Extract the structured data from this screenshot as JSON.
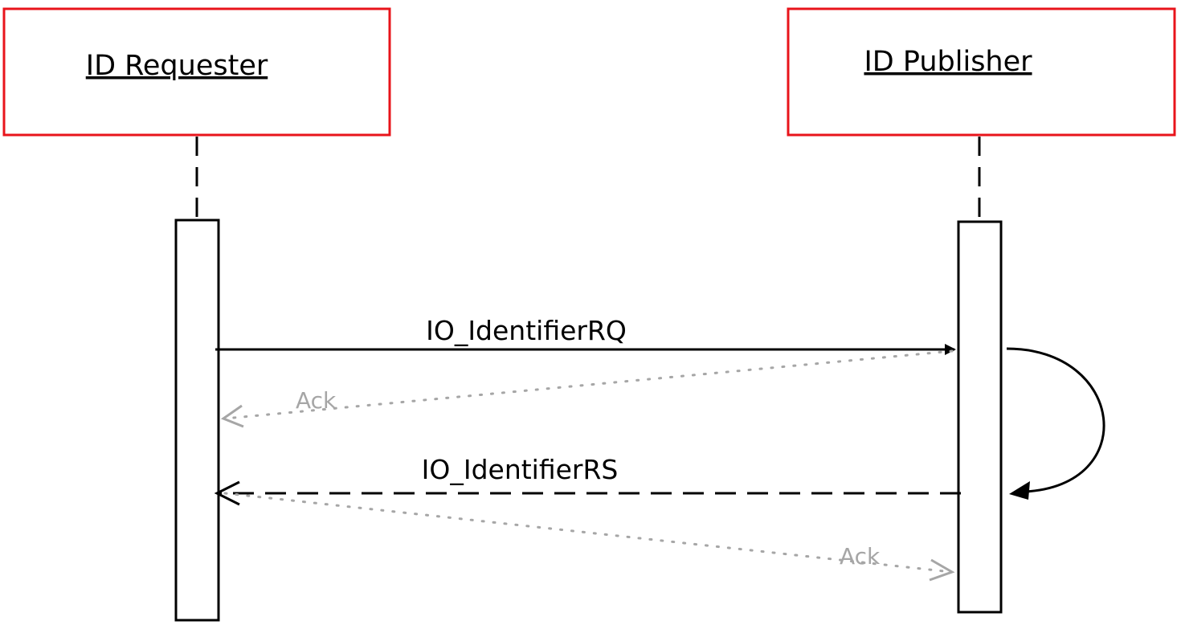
{
  "participants": [
    {
      "id": "requester",
      "title": "ID Requester"
    },
    {
      "id": "publisher",
      "title": "ID Publisher"
    }
  ],
  "messages": [
    {
      "id": "request",
      "label": "IO_IdentifierRQ",
      "from": "ID Requester",
      "to": "ID Publisher",
      "style": "solid"
    },
    {
      "id": "ack-1",
      "label": "Ack",
      "from": "ID Publisher",
      "to": "ID Requester",
      "style": "dotted"
    },
    {
      "id": "response",
      "label": "IO_IdentifierRS",
      "from": "ID Publisher",
      "to": "ID Requester",
      "style": "dashed"
    },
    {
      "id": "ack-2",
      "label": "Ack",
      "from": "ID Requester",
      "to": "ID Publisher",
      "style": "dotted"
    }
  ],
  "self_loop": {
    "on": "ID Publisher"
  },
  "colors": {
    "participant_border": "#e8141b",
    "line": "#000000",
    "ack": "#a6a6a6"
  }
}
